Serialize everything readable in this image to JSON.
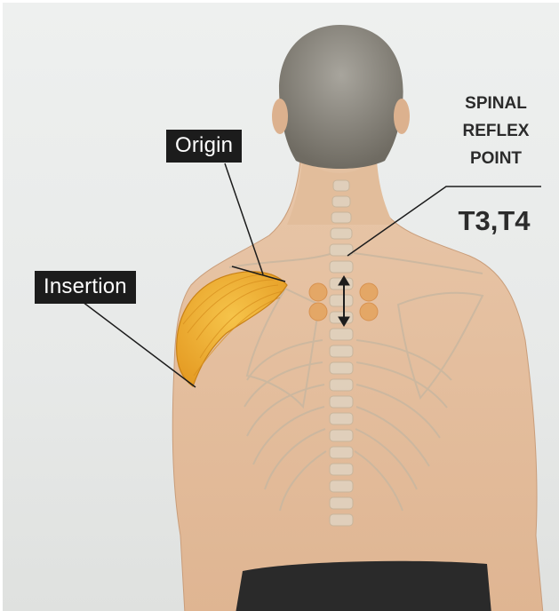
{
  "labels": {
    "origin": "Origin",
    "insertion": "Insertion",
    "spinal_reflex_point": [
      "SPINAL",
      "REFLEX",
      "POINT"
    ],
    "segments": "T3,T4"
  },
  "colors": {
    "background": "#e9ebea",
    "skin": "#e5c3a4",
    "muscle": "#f0b33a",
    "reflex_point": "#e4a766",
    "label_box": "#1c1c1c",
    "hair": "#8e8b84",
    "shorts": "#2a2a2a"
  }
}
